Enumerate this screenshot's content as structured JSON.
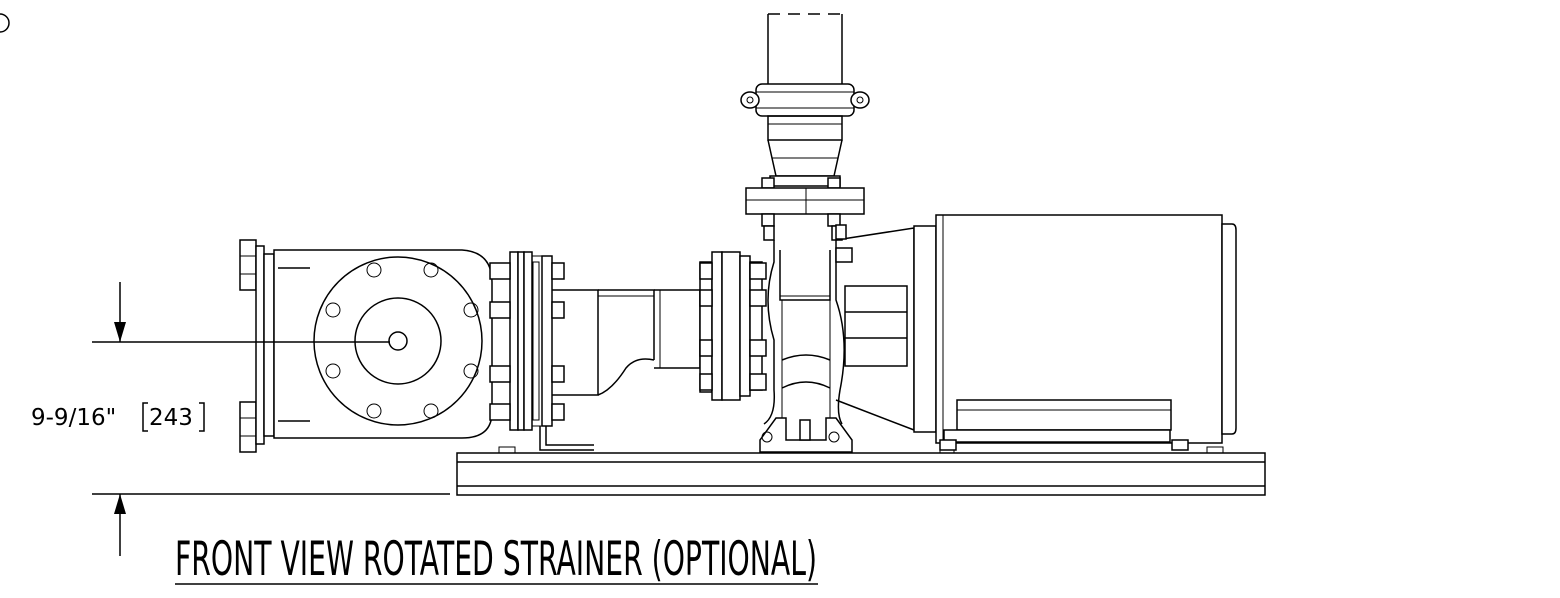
{
  "title": "FRONT VIEW ROTATED STRAINER (OPTIONAL)",
  "dimension": {
    "value_in": "9-9/16\"",
    "value_mm": "243"
  },
  "colors": {
    "line": "#000000",
    "background": "#ffffff"
  }
}
